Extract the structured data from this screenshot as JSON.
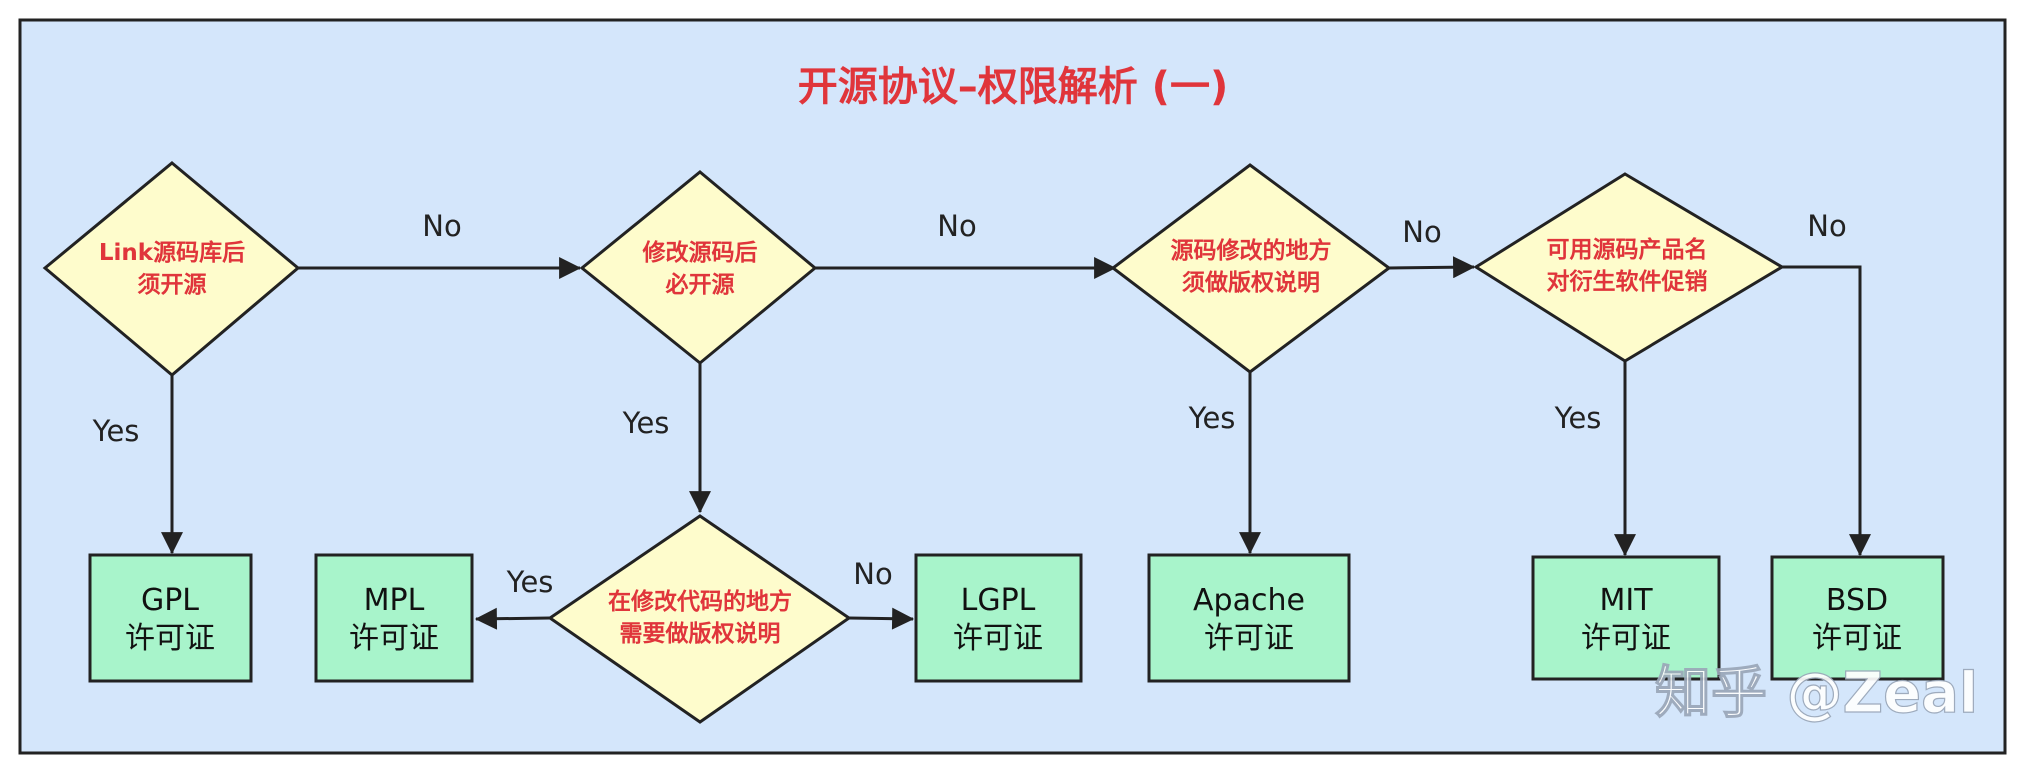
{
  "title": "开源协议–权限解析 (一)",
  "colors": {
    "background": "#d4e6fb",
    "border": "#222222",
    "decision_fill": "#fefccc",
    "license_fill": "#a8f4cb",
    "title_text": "#e0353b",
    "decision_text": "#e0353b"
  },
  "decisions": {
    "d1": {
      "line1": "Link源码库后",
      "line2": "须开源"
    },
    "d2": {
      "line1": "修改源码后",
      "line2": "必开源"
    },
    "d3": {
      "line1": "在修改代码的地方",
      "line2": "需要做版权说明"
    },
    "d4": {
      "line1": "源码修改的地方",
      "line2": "须做版权说明"
    },
    "d5": {
      "line1": "可用源码产品名",
      "line2": "对衍生软件促销"
    }
  },
  "licenses": {
    "gpl": {
      "name": "GPL",
      "suffix": "许可证"
    },
    "mpl": {
      "name": "MPL",
      "suffix": "许可证"
    },
    "lgpl": {
      "name": "LGPL",
      "suffix": "许可证"
    },
    "apache": {
      "name": "Apache",
      "suffix": "许可证"
    },
    "mit": {
      "name": "MIT",
      "suffix": "许可证"
    },
    "bsd": {
      "name": "BSD",
      "suffix": "许可证"
    }
  },
  "edges": {
    "d1_no": "No",
    "d1_yes": "Yes",
    "d2_no": "No",
    "d2_yes": "Yes",
    "d3_yes": "Yes",
    "d3_no": "No",
    "d4_no": "No",
    "d4_yes": "Yes",
    "d5_yes": "Yes",
    "d5_no": "No"
  },
  "watermark": "知乎 @Zeal"
}
